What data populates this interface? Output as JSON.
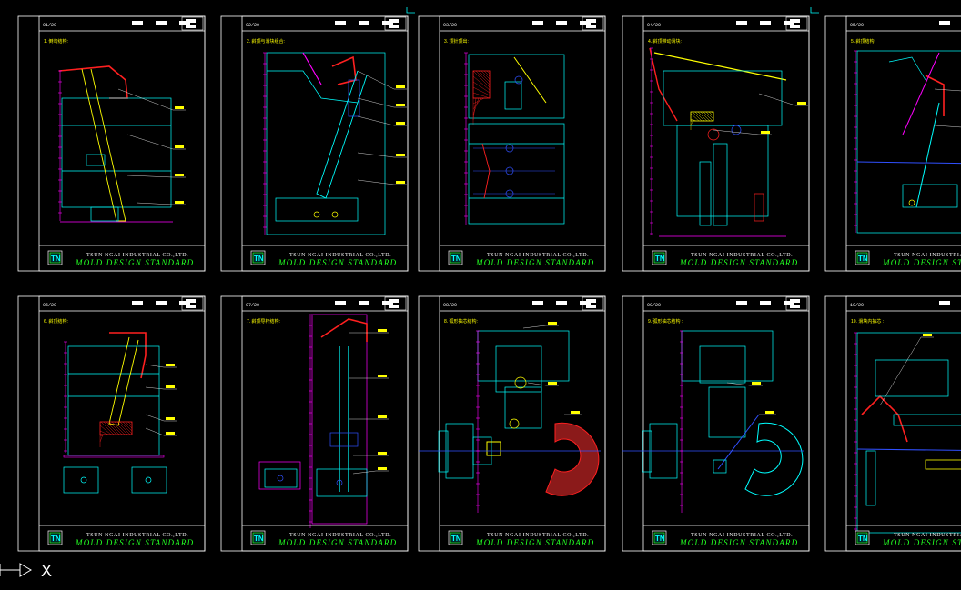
{
  "company_line": "TSUN NGAI  INDUSTRIAL CO.,LTD.",
  "standard_line": "MOLD DESIGN STANDARD",
  "logo_text": "TN",
  "x_marker": "X",
  "colors": {
    "background": "#000000",
    "frame": "#ffffff",
    "cyan": "#00ffff",
    "magenta": "#ff00ff",
    "red": "#ff2020",
    "yellow": "#ffff00",
    "green": "#22ff22",
    "blue": "#3050ff"
  },
  "sheets": [
    {
      "id": "01/20",
      "heading": "1. 倒勾结构:"
    },
    {
      "id": "02/20",
      "heading": "2. 斜顶与滑块组合:"
    },
    {
      "id": "03/20",
      "heading": "3. 顶针顶出:"
    },
    {
      "id": "04/20",
      "heading": "4. 斜顶带动滑块:"
    },
    {
      "id": "05/20",
      "heading": "5. 斜顶结构:"
    },
    {
      "id": "06/20",
      "heading": "6. 斜顶结构:"
    },
    {
      "id": "07/20",
      "heading": "7. 斜顶导杆结构:"
    },
    {
      "id": "08/20",
      "heading": "8. 弧形抽芯结构:"
    },
    {
      "id": "09/20",
      "heading": "9. 弧形抽芯结构 :"
    },
    {
      "id": "10/20",
      "heading": "10. 滑块内抽芯 :"
    }
  ]
}
